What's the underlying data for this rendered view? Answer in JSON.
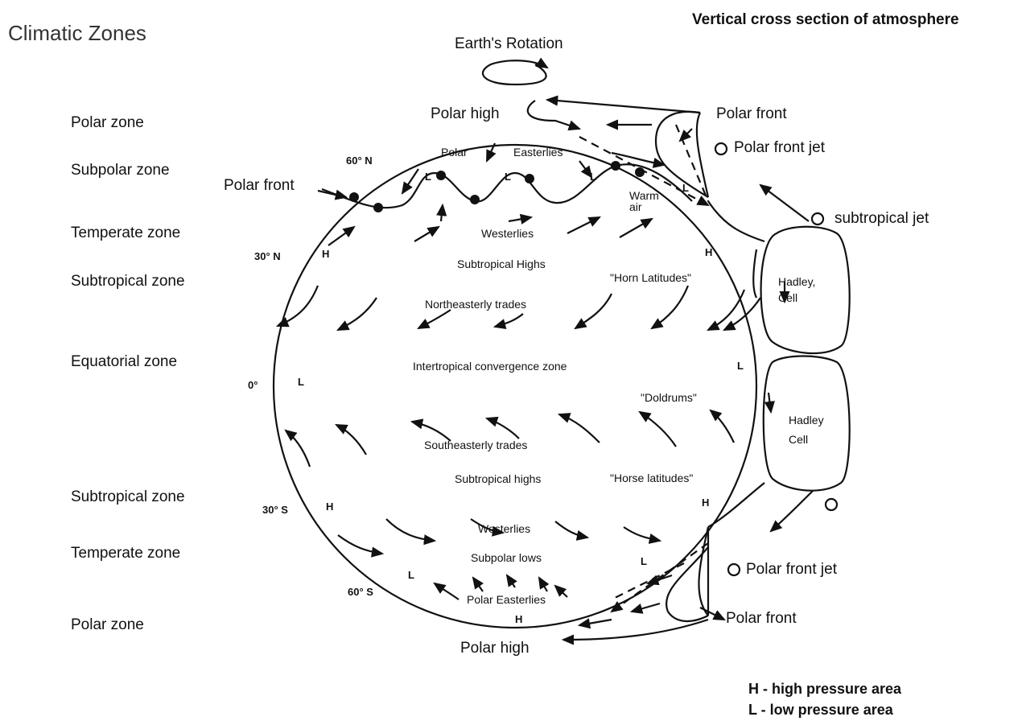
{
  "page": {
    "title": "Climatic Zones",
    "header": "Vertical cross section of atmosphere"
  },
  "zones": [
    "Polar zone",
    "Subpolar zone",
    "Temperate zone",
    "Subtropical zone",
    "Equatorial zone",
    "Subtropical zone",
    "Temperate zone",
    "Polar zone"
  ],
  "latitudes": [
    "60° N",
    "30° N",
    "0°",
    "30° S",
    "60° S"
  ],
  "labels": {
    "earth_rotation": "Earth's Rotation",
    "polar_high_top": "Polar high",
    "polar_front_top": "Polar front",
    "polar_front_jet_top": "Polar front jet",
    "polar_front_left": "Polar front",
    "subtropical_jet": "subtropical jet",
    "polar": "Polar",
    "easterlies_n": "Easterlies",
    "warm_air": "Warm\nair",
    "westerlies_n": "Westerlies",
    "subtropical_highs_n": "Subtropical Highs",
    "horn_latitudes": "\"Horn Latitudes\"",
    "northeasterly_trades": "Northeasterly trades",
    "itcz": "Intertropical convergence zone",
    "doldrums": "\"Doldrums\"",
    "southeasterly_trades": "Southeasterly trades",
    "subtropical_highs_s": "Subtropical highs",
    "horse_latitudes": "\"Horse latitudes\"",
    "westerlies_s": "Westerlies",
    "subpolar_lows": "Subpolar lows",
    "polar_easterlies_s": "Polar Easterlies",
    "hadley_n": "Hadley,\nCell",
    "hadley_s": "Hadley\nCell",
    "polar_front_jet_bottom": "Polar front jet",
    "polar_front_bottom": "Polar front",
    "polar_high_bottom": "Polar high",
    "H": "H",
    "L": "L"
  },
  "legend": {
    "high": "H - high pressure area",
    "low": "L  - low pressure area"
  }
}
